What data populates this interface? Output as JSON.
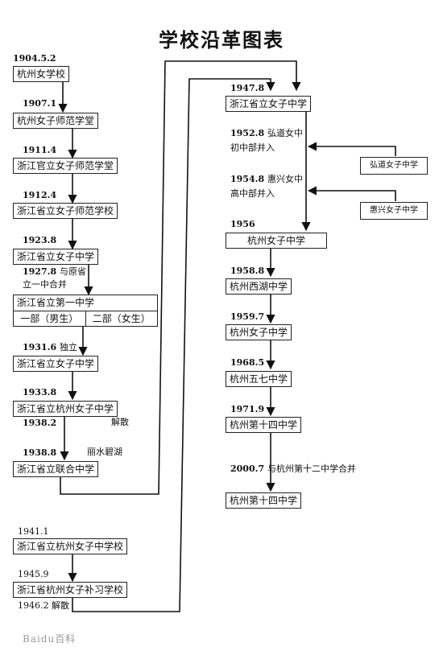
{
  "title": "学校沿革图表",
  "left_column": [
    {
      "date": "1904.5.2",
      "name": "杭州女学校"
    },
    {
      "date": "1907.1",
      "name": "杭州女子师范学堂"
    },
    {
      "date": "1911.4",
      "name": "浙江官立女子师范学堂"
    },
    {
      "date": "1912.4",
      "name": "浙江省立女子师范学校"
    },
    {
      "date": "1923.8",
      "name": "浙江省立女子中学"
    },
    {
      "date": "1931.6",
      "note": "独立",
      "name": "浙江省立女子中学"
    },
    {
      "date": "1933.8",
      "name": "浙江省立杭州女子中学"
    },
    {
      "date": "1938.8",
      "note": "丽水碧湖",
      "name": "浙江省立联合中学"
    }
  ],
  "merger_1927": {
    "date": "1927.8",
    "note_line1": "与原省",
    "note_line2": "立一中合并",
    "name": "浙江省立第一中学",
    "part1": "一部（男生）",
    "part2": "二部（女生）"
  },
  "disband_1938": {
    "date": "1938.2",
    "note": "解散"
  },
  "bottom_left": [
    {
      "date": "1941.1",
      "name": "浙江省立杭州女子中学校"
    },
    {
      "date": "1945.9",
      "name": "浙江省杭州女子补习学校"
    }
  ],
  "disband_1946": {
    "date": "1946.2",
    "note": "解散"
  },
  "right_column": [
    {
      "date": "1947.8",
      "name": "浙江省立女子中学"
    },
    {
      "date": "1956",
      "name": "杭州女子中学"
    },
    {
      "date": "1958.8",
      "name": "杭州西湖中学"
    },
    {
      "date": "1959.7",
      "name": "杭州女子中学"
    },
    {
      "date": "1968.5",
      "name": "杭州五七中学"
    },
    {
      "date": "1971.9",
      "name": "杭州第十四中学"
    },
    {
      "date": "",
      "name": "杭州第十四中学"
    }
  ],
  "merges_in": [
    {
      "date": "1952.8",
      "line1": "弘道女中",
      "line2": "初中部并入",
      "source": "弘道女子中学"
    },
    {
      "date": "1954.8",
      "line1": "惠兴女中",
      "line2": "高中部并入",
      "source": "惠兴女子中学"
    }
  ],
  "final_merge": {
    "date": "2000.7",
    "note": "与杭州第十二中学合并"
  },
  "watermark": "Baidu百科"
}
